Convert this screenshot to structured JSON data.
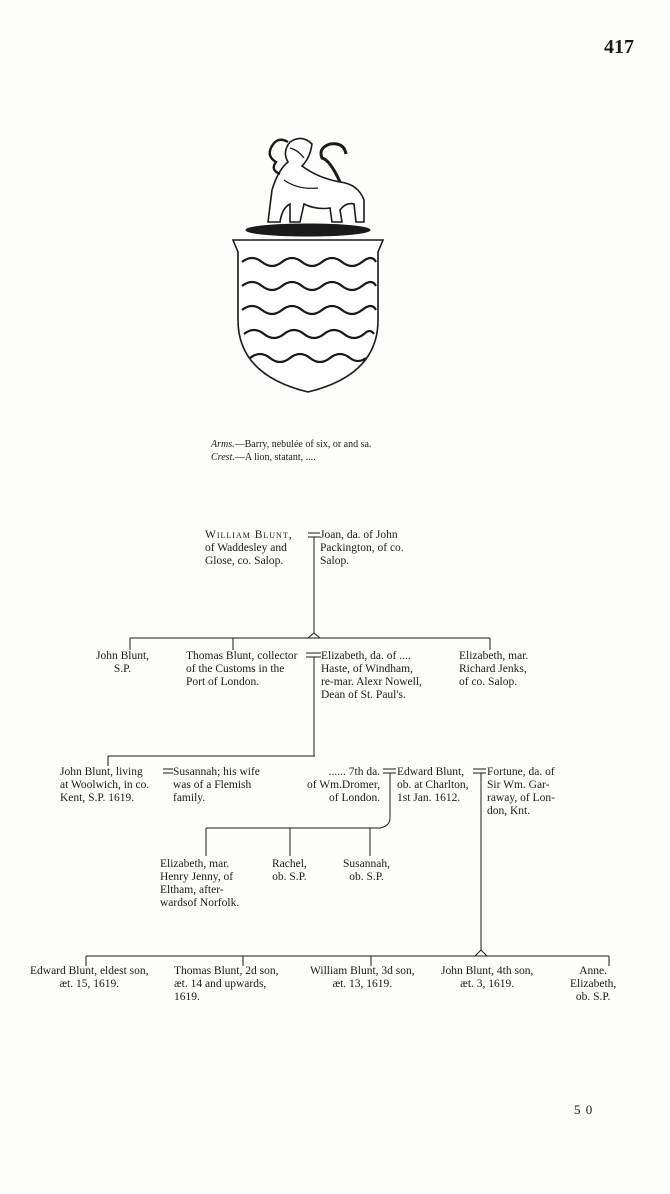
{
  "page": {
    "number": "417",
    "footer_number": "5 0"
  },
  "heraldry": {
    "arms_label": "Arms.",
    "arms_text": "—Barry, nebulée of six, or and sa.",
    "crest_label": "Crest.",
    "crest_text": "—A lion, statant, ...."
  },
  "gen1": {
    "william_name": "William Blunt,",
    "william_rest": "of Waddesley and\nGlose, co. Salop.",
    "joan": "Joan, da. of John\nPackington, of co.\nSalop."
  },
  "gen2": {
    "john": "John Blunt,\nS.P.",
    "thomas": "Thomas Blunt, collector\nof the Customs in the\nPort of London.",
    "elizabeth_wife": "Elizabeth, da. of ....\nHaste, of Windham,\nre-mar. Alexr Nowell,\nDean of St. Paul's.",
    "elizabeth_sister": "Elizabeth, mar.\nRichard Jenks,\nof co. Salop."
  },
  "gen3": {
    "john": "John Blunt, living\nat Woolwich, in co.\nKent, S.P. 1619.",
    "susannah_wife": "Susannah; his wife\nwas of a Flemish\nfamily.",
    "dromer": "...... 7th da.\nof Wm.Dromer,\nof London.",
    "edward": "Edward Blunt,\nob. at Charlton,\n1st Jan. 1612.",
    "fortune": "Fortune, da. of\nSir Wm. Gar-\nraway, of Lon-\ndon, Knt."
  },
  "gen4a": {
    "elizabeth": "Elizabeth, mar.\nHenry Jenny, of\nEltham, after-\nwardsof Norfolk.",
    "rachel": "Rachel,\nob. S.P.",
    "susannah": "Susannah,\nob. S.P."
  },
  "gen4b": {
    "edward": "Edward Blunt, eldest son,\næt. 15, 1619.",
    "thomas": "Thomas Blunt, 2d son,\næt. 14 and upwards,\n1619.",
    "william": "William Blunt, 3d son,\næt. 13, 1619.",
    "john": "John Blunt, 4th son,\næt. 3, 1619.",
    "anne": "Anne.\nElizabeth,\nob. S.P."
  }
}
